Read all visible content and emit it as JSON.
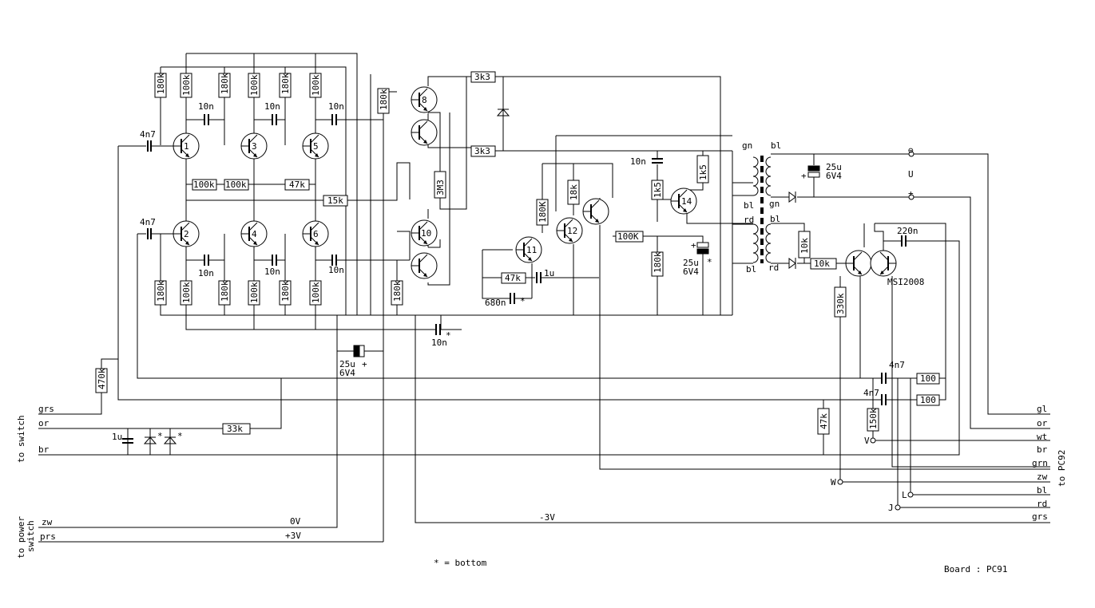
{
  "resistors": [
    {
      "id": "r-180k-a",
      "v": "180k"
    },
    {
      "id": "r-100k-a",
      "v": "100k"
    },
    {
      "id": "r-180k-b",
      "v": "180k"
    },
    {
      "id": "r-100k-b",
      "v": "100k"
    },
    {
      "id": "r-180k-c",
      "v": "180k"
    },
    {
      "id": "r-100k-c",
      "v": "100k"
    },
    {
      "id": "r-180k-d",
      "v": "180k"
    },
    {
      "id": "r-100k-d",
      "v": "100k"
    },
    {
      "id": "r-180k-e",
      "v": "180k"
    },
    {
      "id": "r-100k-e",
      "v": "100k"
    },
    {
      "id": "r-180k-f",
      "v": "180k"
    },
    {
      "id": "r-100k-f",
      "v": "100k"
    },
    {
      "id": "r-180k-g",
      "v": "180k"
    },
    {
      "id": "r-3m3",
      "v": "3M3"
    },
    {
      "id": "r-180k-h",
      "v": "180k"
    },
    {
      "id": "r-470k",
      "v": "470k"
    },
    {
      "id": "r-180k-i",
      "v": "180K"
    },
    {
      "id": "r-18k",
      "v": "18k"
    },
    {
      "id": "r-1k5-a",
      "v": "1k5"
    },
    {
      "id": "r-1k5-b",
      "v": "1k5"
    },
    {
      "id": "r-180k-j",
      "v": "180k"
    },
    {
      "id": "r-10k-v",
      "v": "10k"
    },
    {
      "id": "r-330k",
      "v": "330k"
    },
    {
      "id": "r-47k-v",
      "v": "47k"
    },
    {
      "id": "r-150k",
      "v": "150k"
    },
    {
      "id": "r-100k-h1",
      "v": "100k"
    },
    {
      "id": "r-100k-h2",
      "v": "100k"
    },
    {
      "id": "r-47k-h",
      "v": "47k"
    },
    {
      "id": "r-15k",
      "v": "15k"
    },
    {
      "id": "r-3k3-a",
      "v": "3k3"
    },
    {
      "id": "r-3k3-b",
      "v": "3k3"
    },
    {
      "id": "r-47k-h2",
      "v": "47k"
    },
    {
      "id": "r-100k-h3",
      "v": "100K"
    },
    {
      "id": "r-10k-h",
      "v": "10k"
    },
    {
      "id": "r-33k",
      "v": "33k"
    },
    {
      "id": "r-100-a",
      "v": "100"
    },
    {
      "id": "r-100-b",
      "v": "100"
    }
  ],
  "labels": {
    "cap_4n7_1": "4n7",
    "cap_4n7_2": "4n7",
    "cap_4n7_3": "4n7",
    "cap_4n7_4": "4n7",
    "cap_10n_1": "10n",
    "cap_10n_2": "10n",
    "cap_10n_3": "10n",
    "cap_10n_4": "10n",
    "cap_10n_5": "10n",
    "cap_10n_6": "10n",
    "cap_10n_7": "10n",
    "cap_10n_8": "10n",
    "cap_1u_a": "1u",
    "cap_680n": "680n",
    "cap_1u_b": "1u",
    "cap_220n": "220n",
    "cap_25u_a": "25u",
    "cap_6v4_a": "6V4",
    "cap_25u_b": "25u",
    "cap_6v4_b": "6V4",
    "cap_25u_c": "25u",
    "cap_6v4_c": "6V4",
    "plus_a": "+",
    "plus_b": "+",
    "plus_c": "+",
    "star": "*",
    "t1": "1",
    "t2": "2",
    "t3": "3",
    "t4": "4",
    "t5": "5",
    "t6": "6",
    "t8": "8",
    "t10": "10",
    "t11": "11",
    "t12": "12",
    "t14": "14",
    "msi": "MSI2008",
    "wind_gn_1": "gn",
    "wind_bl_1": "bl",
    "wind_bl_2": "bl",
    "wind_gn_2": "gn",
    "wind_rd_1": "rd",
    "wind_bl_3": "bl",
    "wind_bl_4": "bl",
    "wind_rd_2": "rd",
    "u_label": "U",
    "u_minus": "⊖",
    "u_plus": "+",
    "v_label": "V",
    "w_label": "W",
    "l_label": "L",
    "j_label": "J",
    "bottom_note": "* = bottom",
    "board": "Board : PC91",
    "v_0": "0V",
    "v_p3": "+3V",
    "v_m3": "-3V"
  },
  "left_pins": [
    {
      "id": "grs",
      "label": "grs"
    },
    {
      "id": "or",
      "label": "or"
    },
    {
      "id": "br",
      "label": "br"
    },
    {
      "id": "zw",
      "label": "zw"
    },
    {
      "id": "prs",
      "label": "prs"
    }
  ],
  "right_pins": [
    {
      "id": "gl",
      "label": "gl"
    },
    {
      "id": "or",
      "label": "or"
    },
    {
      "id": "wt",
      "label": "wt"
    },
    {
      "id": "br",
      "label": "br"
    },
    {
      "id": "grn",
      "label": "grn"
    },
    {
      "id": "zw",
      "label": "zw"
    },
    {
      "id": "bl",
      "label": "bl"
    },
    {
      "id": "rd",
      "label": "rd"
    },
    {
      "id": "grs",
      "label": "grs"
    }
  ],
  "side_labels": {
    "to_switch": "to switch",
    "to_power_1": "to power",
    "to_power_2": "switch",
    "to_pc92": "to PC92"
  }
}
